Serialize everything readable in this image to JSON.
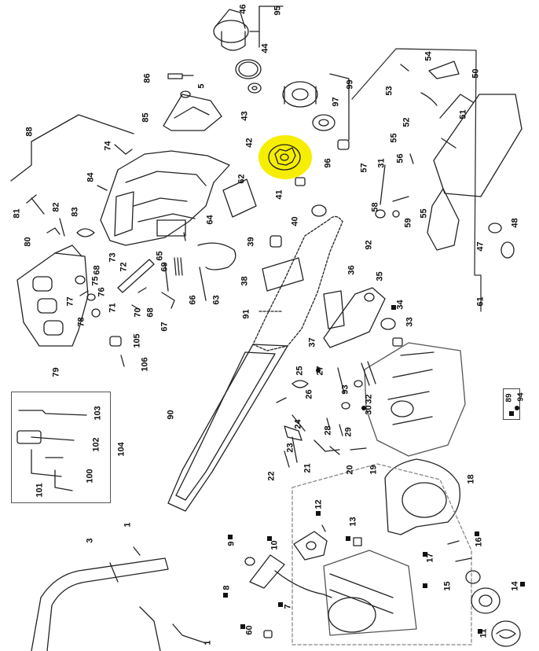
{
  "diagram": {
    "highlight_color": "#f6ee00",
    "highlighted_part": "42",
    "legend": {
      "square_label": "89",
      "dot_label": "94"
    },
    "labels": [
      {
        "id": "46",
        "text": "46"
      },
      {
        "id": "95",
        "text": "95"
      },
      {
        "id": "44",
        "text": "44"
      },
      {
        "id": "86",
        "text": "86"
      },
      {
        "id": "5",
        "text": "5"
      },
      {
        "id": "43",
        "text": "43"
      },
      {
        "id": "99",
        "text": "99"
      },
      {
        "id": "97",
        "text": "97"
      },
      {
        "id": "54",
        "text": "54"
      },
      {
        "id": "50",
        "text": "50"
      },
      {
        "id": "53",
        "text": "53"
      },
      {
        "id": "52",
        "text": "52"
      },
      {
        "id": "51",
        "text": "51"
      },
      {
        "id": "88",
        "text": "88"
      },
      {
        "id": "85",
        "text": "85"
      },
      {
        "id": "74",
        "text": "74"
      },
      {
        "id": "42",
        "text": "42"
      },
      {
        "id": "96",
        "text": "96"
      },
      {
        "id": "55a",
        "text": "55"
      },
      {
        "id": "56",
        "text": "56"
      },
      {
        "id": "57",
        "text": "57"
      },
      {
        "id": "31",
        "text": "31"
      },
      {
        "id": "84",
        "text": "84"
      },
      {
        "id": "62",
        "text": "62"
      },
      {
        "id": "41",
        "text": "41"
      },
      {
        "id": "81",
        "text": "81"
      },
      {
        "id": "82",
        "text": "82"
      },
      {
        "id": "83",
        "text": "83"
      },
      {
        "id": "40",
        "text": "40"
      },
      {
        "id": "58",
        "text": "58"
      },
      {
        "id": "59",
        "text": "59"
      },
      {
        "id": "55b",
        "text": "55"
      },
      {
        "id": "48",
        "text": "48"
      },
      {
        "id": "64",
        "text": "64"
      },
      {
        "id": "80",
        "text": "80"
      },
      {
        "id": "39",
        "text": "39"
      },
      {
        "id": "92",
        "text": "92"
      },
      {
        "id": "73",
        "text": "73"
      },
      {
        "id": "65",
        "text": "65"
      },
      {
        "id": "47",
        "text": "47"
      },
      {
        "id": "68",
        "text": "68"
      },
      {
        "id": "72",
        "text": "72"
      },
      {
        "id": "69",
        "text": "69"
      },
      {
        "id": "75",
        "text": "75"
      },
      {
        "id": "76",
        "text": "76"
      },
      {
        "id": "36",
        "text": "36"
      },
      {
        "id": "35",
        "text": "35"
      },
      {
        "id": "38",
        "text": "38"
      },
      {
        "id": "77",
        "text": "77"
      },
      {
        "id": "66",
        "text": "66"
      },
      {
        "id": "63",
        "text": "63"
      },
      {
        "id": "61",
        "text": "61"
      },
      {
        "id": "71",
        "text": "71"
      },
      {
        "id": "70",
        "text": "70"
      },
      {
        "id": "68b",
        "text": "68"
      },
      {
        "id": "34",
        "text": "34"
      },
      {
        "id": "91",
        "text": "91"
      },
      {
        "id": "67",
        "text": "67"
      },
      {
        "id": "33",
        "text": "33"
      },
      {
        "id": "78",
        "text": "78"
      },
      {
        "id": "37",
        "text": "37"
      },
      {
        "id": "105",
        "text": "105"
      },
      {
        "id": "79",
        "text": "79"
      },
      {
        "id": "106",
        "text": "106"
      },
      {
        "id": "25",
        "text": "25"
      },
      {
        "id": "27",
        "text": "27"
      },
      {
        "id": "93",
        "text": "93"
      },
      {
        "id": "26",
        "text": "26"
      },
      {
        "id": "32",
        "text": "32"
      },
      {
        "id": "30",
        "text": "30"
      },
      {
        "id": "103",
        "text": "103"
      },
      {
        "id": "90",
        "text": "90"
      },
      {
        "id": "24",
        "text": "24"
      },
      {
        "id": "29",
        "text": "29"
      },
      {
        "id": "28",
        "text": "28"
      },
      {
        "id": "104",
        "text": "104"
      },
      {
        "id": "102",
        "text": "102"
      },
      {
        "id": "23",
        "text": "23"
      },
      {
        "id": "20",
        "text": "20"
      },
      {
        "id": "19",
        "text": "19"
      },
      {
        "id": "22",
        "text": "22"
      },
      {
        "id": "21",
        "text": "21"
      },
      {
        "id": "100",
        "text": "100"
      },
      {
        "id": "101",
        "text": "101"
      },
      {
        "id": "18",
        "text": "18"
      },
      {
        "id": "12",
        "text": "12"
      },
      {
        "id": "1a",
        "text": "1"
      },
      {
        "id": "13",
        "text": "13"
      },
      {
        "id": "3",
        "text": "3"
      },
      {
        "id": "9",
        "text": "9"
      },
      {
        "id": "10",
        "text": "10"
      },
      {
        "id": "16",
        "text": "16"
      },
      {
        "id": "17",
        "text": "17"
      },
      {
        "id": "15",
        "text": "15"
      },
      {
        "id": "14",
        "text": "14"
      },
      {
        "id": "8",
        "text": "8"
      },
      {
        "id": "7",
        "text": "7"
      },
      {
        "id": "60",
        "text": "60"
      },
      {
        "id": "11",
        "text": "11"
      },
      {
        "id": "1b",
        "text": "1"
      }
    ]
  }
}
